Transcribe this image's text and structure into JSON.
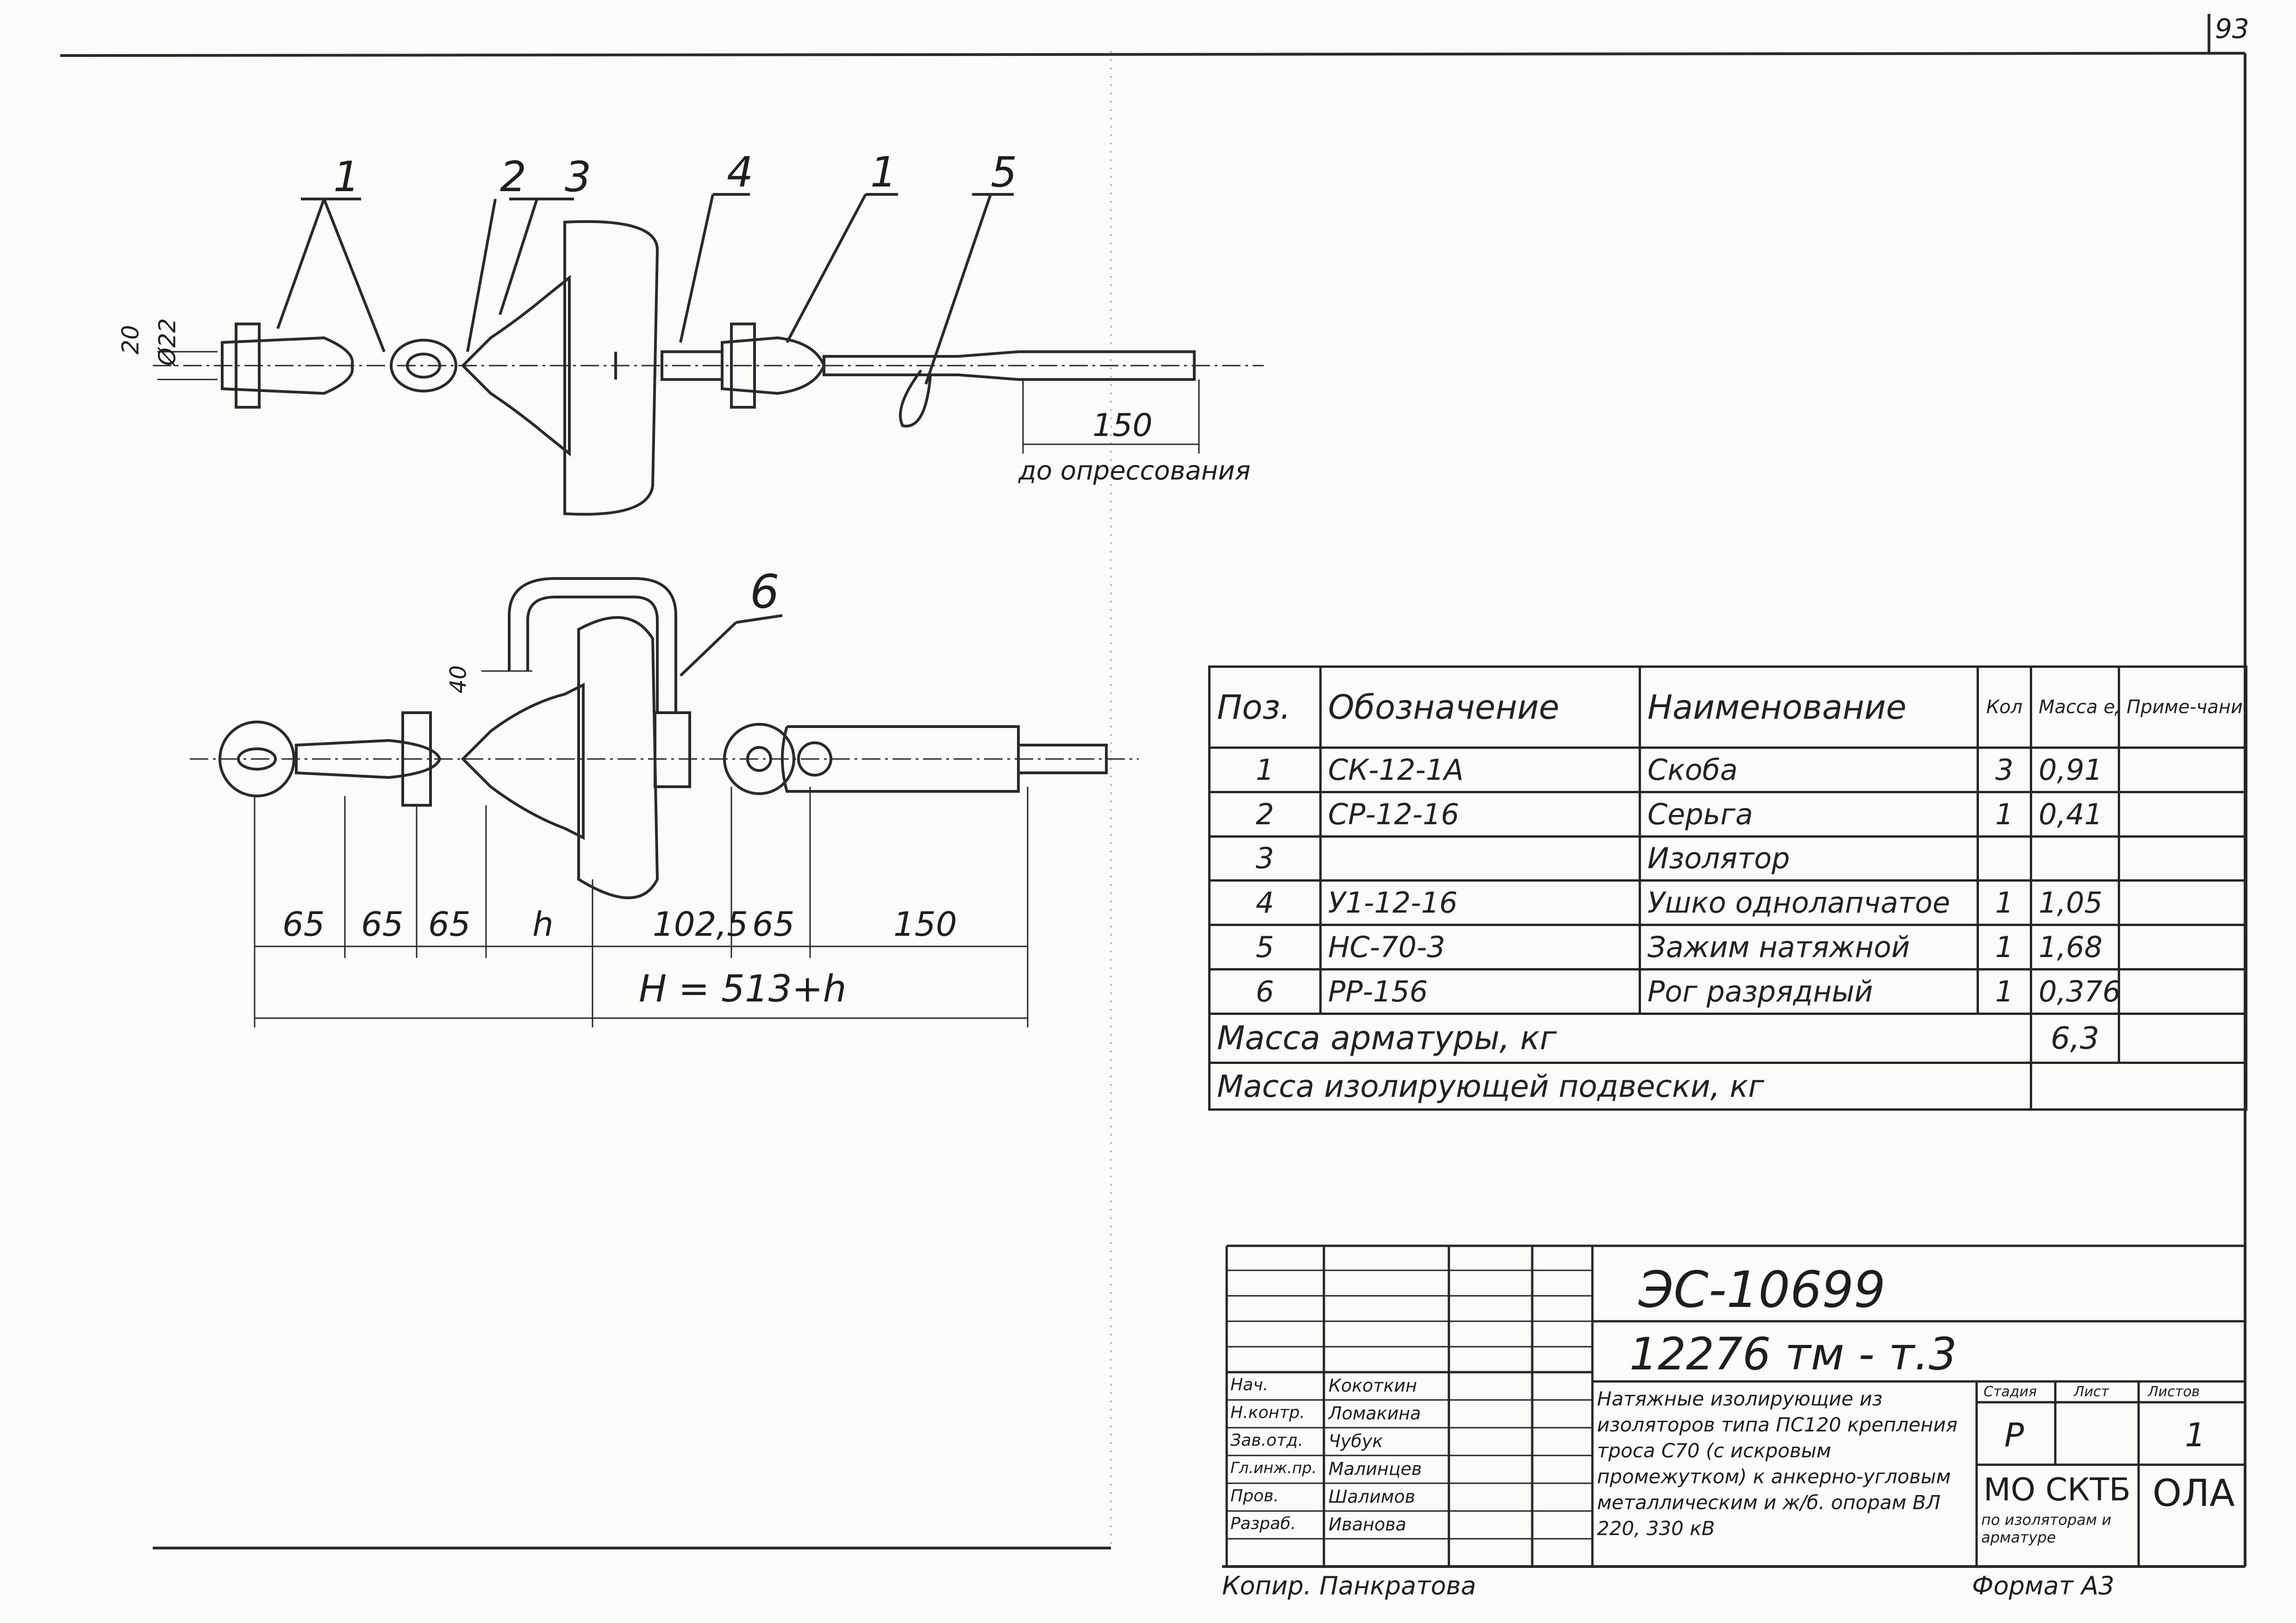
{
  "sheet": {
    "page_number": "93"
  },
  "drawing_top": {
    "callouts": [
      "1",
      "2",
      "3",
      "4",
      "1",
      "5"
    ],
    "dim_vertical": [
      "20",
      "Ø22"
    ],
    "dim_150": "150",
    "note": "до опрессования"
  },
  "drawing_bottom": {
    "callout": "6",
    "dim_40": "40",
    "dims": [
      "65",
      "65",
      "65",
      "h",
      "102,5",
      "65",
      "150"
    ],
    "total": "H = 513+h"
  },
  "spec_table": {
    "headers": [
      "Поз.",
      "Обозначение",
      "Наименование",
      "Кол",
      "Масса ед. кг",
      "Приме-чание"
    ],
    "rows": [
      {
        "pos": "1",
        "code": "СК-12-1А",
        "name": "Скоба",
        "qty": "3",
        "mass": "0,91",
        "note": ""
      },
      {
        "pos": "2",
        "code": "СР-12-16",
        "name": "Серьга",
        "qty": "1",
        "mass": "0,41",
        "note": ""
      },
      {
        "pos": "3",
        "code": "",
        "name": "Изолятор",
        "qty": "",
        "mass": "",
        "note": ""
      },
      {
        "pos": "4",
        "code": "У1-12-16",
        "name": "Ушко однолапчатое",
        "qty": "1",
        "mass": "1,05",
        "note": ""
      },
      {
        "pos": "5",
        "code": "НС-70-3",
        "name": "Зажим натяжной",
        "qty": "1",
        "mass": "1,68",
        "note": ""
      },
      {
        "pos": "6",
        "code": "РР-156",
        "name": "Рог разрядный",
        "qty": "1",
        "mass": "0,376",
        "note": ""
      }
    ],
    "mass_fittings_label": "Масса арматуры, кг",
    "mass_fittings_value": "6,3",
    "mass_suspension_label": "Масса изолирующей подвески, кг",
    "mass_suspension_value": ""
  },
  "title_block": {
    "doc_number": "ЭС-10699",
    "project_code": "12276 тм - т.3",
    "roles": [
      "Нач.",
      "Н.контр.",
      "Зав.отд.",
      "Гл.инж.пр.",
      "Пров.",
      "Разраб."
    ],
    "names": [
      "Кокоткин",
      "Ломакина",
      "Чубук",
      "Малинцев",
      "Шалимов",
      "Иванова"
    ],
    "description": "Натяжные изолирующие из изоляторов типа ПС120 крепления троса С70 (с искровым промежутком) к анкерно-угловым металлическим и ж/б. опорам ВЛ 220, 330 кВ",
    "stage_label": "Стадия",
    "sheet_label": "Лист",
    "sheets_label": "Листов",
    "stage": "Р",
    "sheets": "1",
    "org": "МО СКТБ",
    "org_sub": "по изоляторам и арматуре",
    "org_logo": "ОЛА"
  },
  "footer": {
    "copied_by": "Копир. Панкратова",
    "format": "Формат А3"
  }
}
